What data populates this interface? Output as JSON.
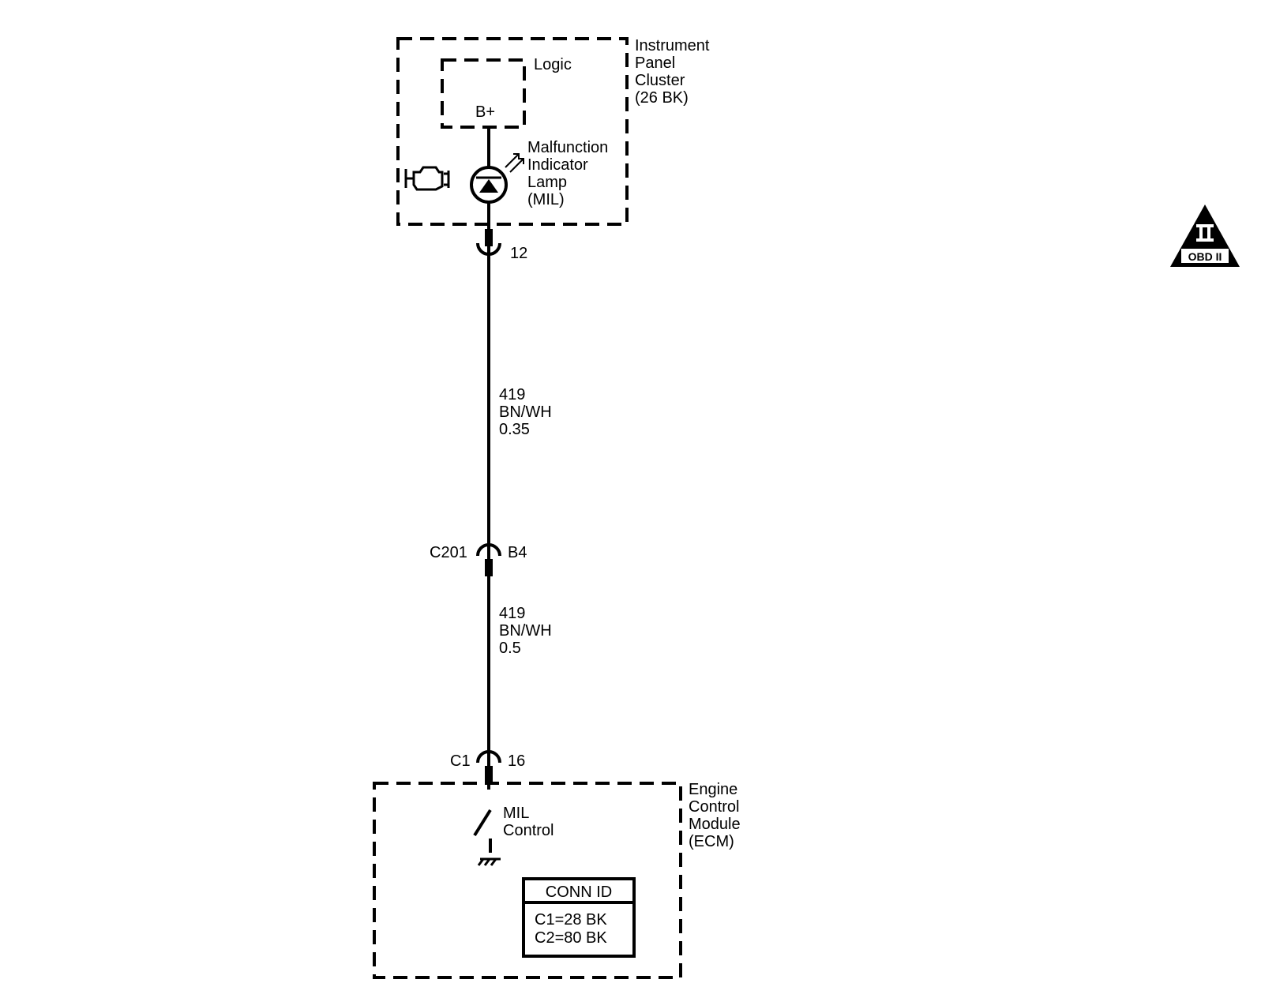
{
  "instrument_panel": {
    "name_lines": [
      "Instrument",
      "Panel",
      "Cluster",
      "(26 BK)"
    ],
    "logic_label": "Logic",
    "bplus_label": "B+",
    "lamp_lines": [
      "Malfunction",
      "Indicator",
      "Lamp",
      "(MIL)"
    ],
    "pin": "12"
  },
  "wire_1": {
    "circuit": "419",
    "color": "BN/WH",
    "size": "0.35"
  },
  "c201": {
    "connector": "C201",
    "pin": "B4"
  },
  "wire_2": {
    "circuit": "419",
    "color": "BN/WH",
    "size": "0.5"
  },
  "ecm_conn": {
    "connector": "C1",
    "pin": "16"
  },
  "ecm": {
    "name_lines": [
      "Engine",
      "Control",
      "Module",
      "(ECM)"
    ],
    "switch_lines": [
      "MIL",
      "Control"
    ],
    "conn_id": {
      "title": "CONN ID",
      "rows": [
        "C1=28 BK",
        "C2=80 BK"
      ]
    }
  },
  "obd_badge": {
    "numeral": "II",
    "label": "OBD II"
  },
  "icons": [
    "engine-icon",
    "led-lamp-icon",
    "ground-icon",
    "obd-triangle-icon"
  ]
}
